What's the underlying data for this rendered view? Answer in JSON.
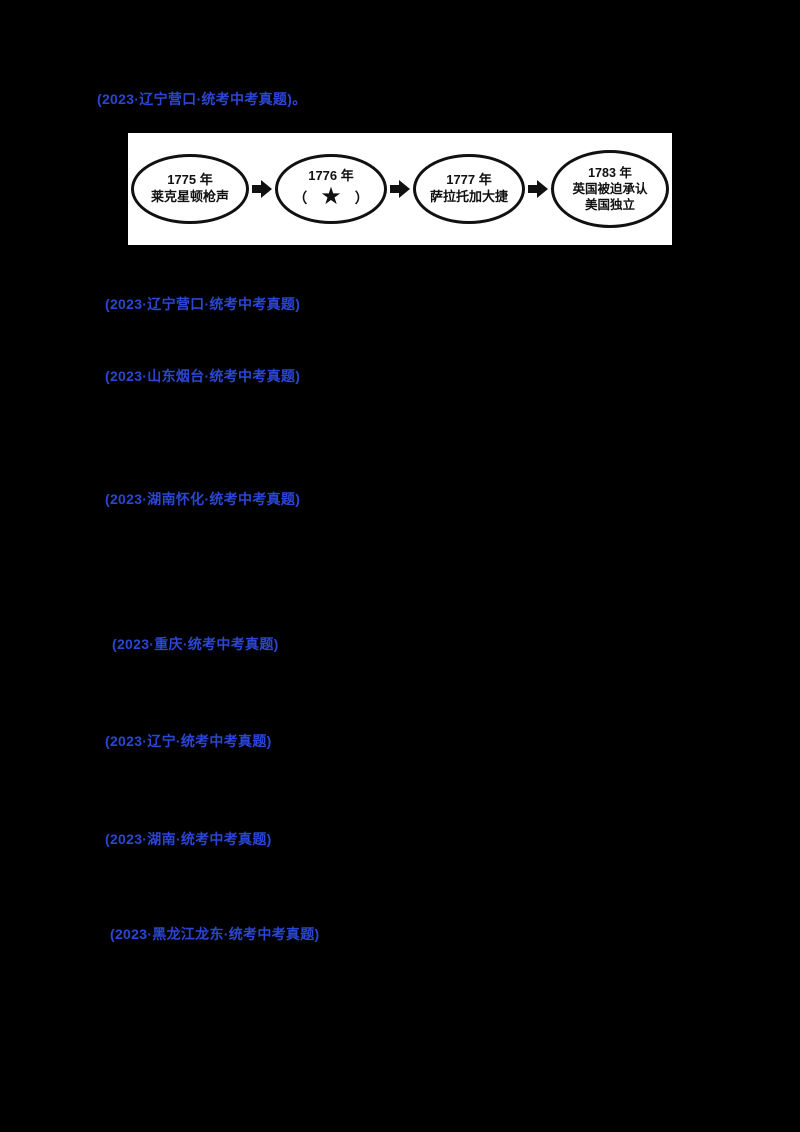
{
  "page": {
    "background_color": "#000000",
    "panel_color": "#ffffff",
    "accent_blue": "#2b46d4"
  },
  "question_sources": [
    "(2023·辽宁营口·统考中考真题)。",
    "(2023·辽宁营口·统考中考真题)",
    "(2023·山东烟台·统考中考真题)",
    "(2023·湖南怀化·统考中考真题)",
    "(2023·重庆·统考中考真题)",
    "(2023·辽宁·统考中考真题)",
    "(2023·湖南·统考中考真题)",
    "(2023·黑龙江龙东·统考中考真题)"
  ],
  "timeline_diagram": {
    "nodes": [
      {
        "year": "1775 年",
        "event": "莱克星顿枪声"
      },
      {
        "year": "1776 年",
        "paren_open": "（",
        "star": "★",
        "paren_close": "）"
      },
      {
        "year": "1777 年",
        "event": "萨拉托加大捷"
      },
      {
        "year": "1783 年",
        "event_line1": "英国被迫承认",
        "event_line2": "美国独立"
      }
    ]
  }
}
